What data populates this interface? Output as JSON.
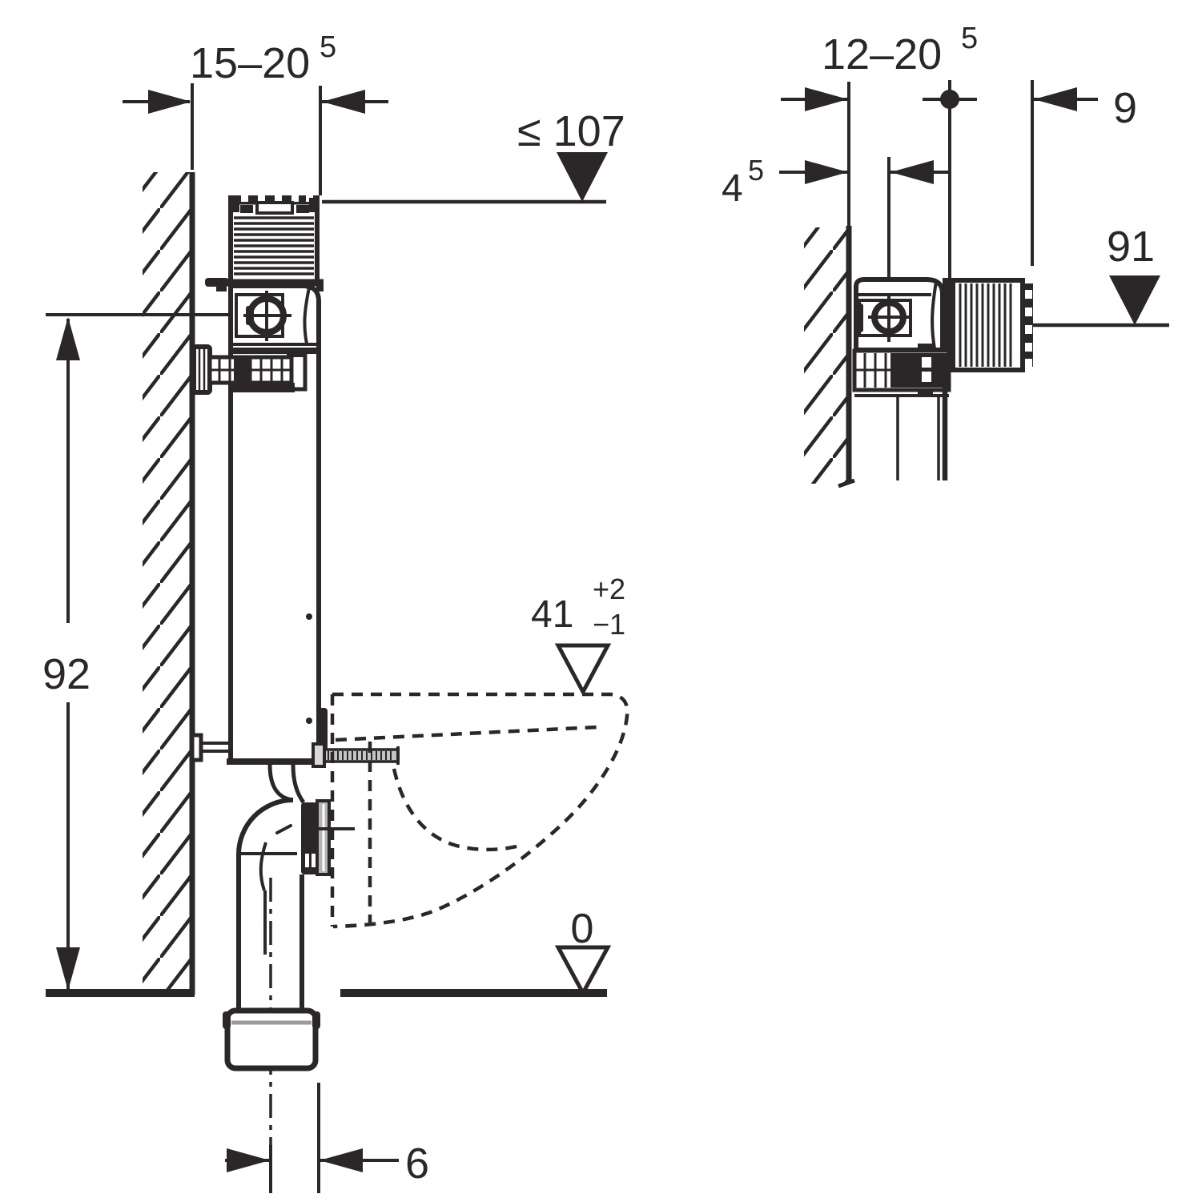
{
  "drawing": "concealed-cistern-installation-dimensions",
  "colors": {
    "line": "#2b2729",
    "background": "#ffffff",
    "gray_fill": "#b5b5b5",
    "rim_gray": "#9a9a9a"
  },
  "left_view": {
    "wall_offset": {
      "value": "15–20",
      "sup": "5"
    },
    "height_max": "≤ 107",
    "supply_height": "92",
    "pan_rim": {
      "value": "41",
      "tol_plus": "+2",
      "tol_minus": "−1"
    },
    "floor_level": "0",
    "outlet_offset": "6"
  },
  "right_view": {
    "wall_depth": {
      "value": "12–20",
      "sup": "5"
    },
    "plate_depth": {
      "value": "4",
      "sup": "5"
    },
    "box_front_offset": "9",
    "box_top_height": "91"
  }
}
